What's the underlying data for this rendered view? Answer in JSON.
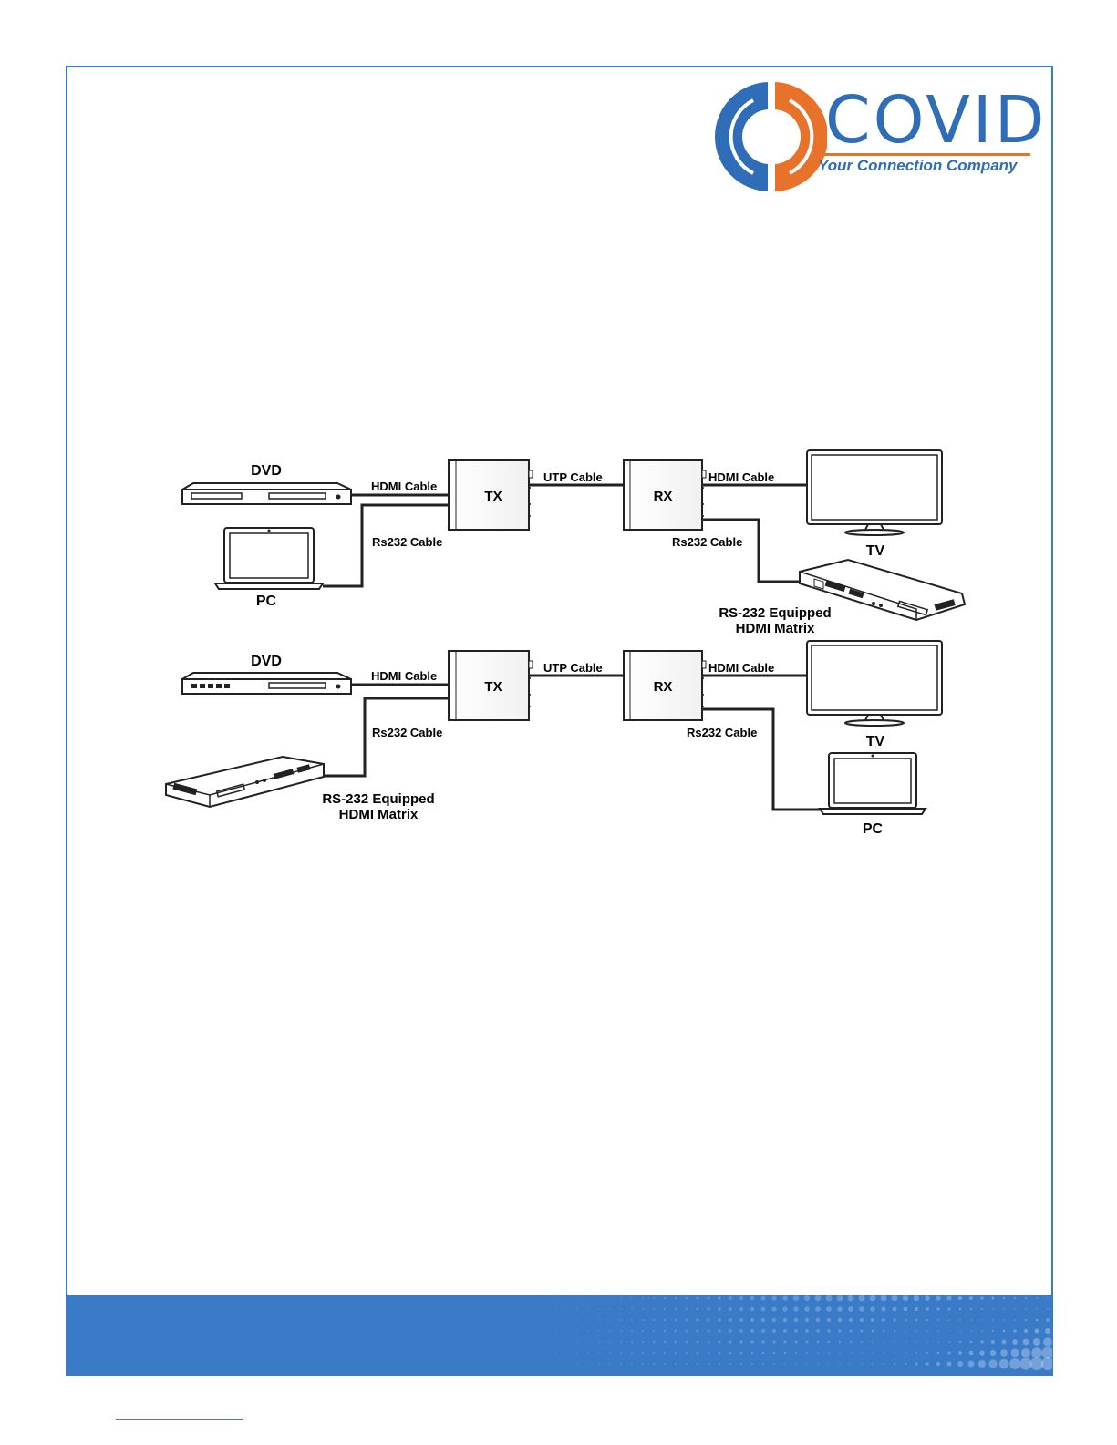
{
  "logo": {
    "name": "COVID",
    "tagline": "Your Connection Company",
    "colors": {
      "blue": "#2f6db8",
      "orange": "#e8722a"
    }
  },
  "diagram": {
    "scenario_1": {
      "source_label": "DVD",
      "pc_label": "PC",
      "tx_label": "TX",
      "rx_label": "RX",
      "tx_hdmi_cable": "HDMI Cable",
      "tx_rs232_cable": "Rs232 Cable",
      "utp_cable": "UTP Cable",
      "rx_hdmi_cable": "HDMI Cable",
      "rx_rs232_cable": "Rs232 Cable",
      "tv_label": "TV",
      "matrix_label_line1": "RS-232 Equipped",
      "matrix_label_line2": "HDMI Matrix"
    },
    "scenario_2": {
      "source_label": "DVD",
      "tx_label": "TX",
      "rx_label": "RX",
      "tx_hdmi_cable": "HDMI Cable",
      "tx_rs232_cable": "Rs232 Cable",
      "utp_cable": "UTP Cable",
      "rx_hdmi_cable": "HDMI Cable",
      "rx_rs232_cable": "Rs232 Cable",
      "tv_label": "TV",
      "pc_label": "PC",
      "matrix_label_line1": "RS-232 Equipped",
      "matrix_label_line2": "HDMI Matrix"
    }
  },
  "footer": {
    "color": "#3a7bc8"
  }
}
